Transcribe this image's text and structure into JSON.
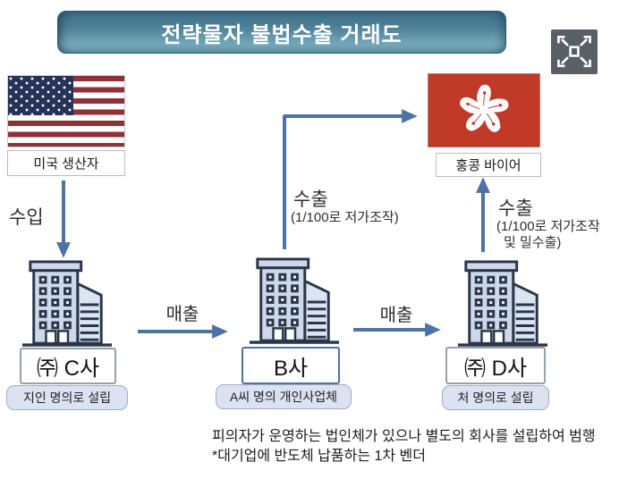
{
  "title": "전략물자 불법수출 거래도",
  "controls": {
    "fullscreen_tooltip": "전체화면"
  },
  "nodes": {
    "us_producer": {
      "label": "미국 생산자",
      "flag": "usa-flag"
    },
    "hk_buyer": {
      "label": "홍콩 바이어",
      "flag": "hong-kong-flag"
    },
    "company_c": {
      "name": "㈜ C사",
      "note": "지인 명의로 설립"
    },
    "company_b": {
      "name": "B사",
      "note": "A씨 명의 개인사업체"
    },
    "company_d": {
      "name": "㈜ D사",
      "note": "처 명의로 설립"
    }
  },
  "edges": {
    "import_us_to_c": {
      "label": "수입"
    },
    "sales_c_to_b": {
      "label": "매출"
    },
    "sales_b_to_d": {
      "label": "매출"
    },
    "export_b_to_hk": {
      "label": "수출",
      "sublabel": "(1/100로 저가조작)"
    },
    "export_d_to_hk": {
      "label": "수출",
      "sublabel_line1": "(1/100로 저가조작",
      "sublabel_line2": "및 밀수출)"
    }
  },
  "footnotes": {
    "line1": "피의자가 운영하는 법인체가 있으나 별도의 회사를 설립하여 범행",
    "line2": "*대기업에 반도체 납품하는 1차 벤더"
  },
  "colors": {
    "banner_teal_dark": "#3d6e86",
    "banner_teal_light": "#74a6b8",
    "arrow_blue": "#4d72a5",
    "building_outline": "#2a3647",
    "building_fill": "#cdd9eb",
    "note_fill": "#dbe2f1",
    "us_red": "#90313a",
    "us_navy": "#273258",
    "hk_red": "#c13a28",
    "fullscreen_gray": "#585f66"
  }
}
